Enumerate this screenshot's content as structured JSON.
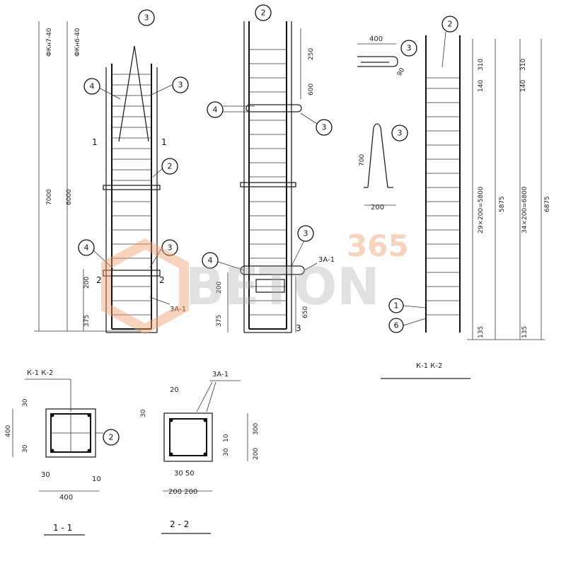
{
  "drawing": {
    "marks": [
      "1",
      "2",
      "3",
      "3А-1",
      "4",
      "6"
    ],
    "labels": {
      "series_1": "ФКн7-40",
      "series_2": "ФКн6-40",
      "cage_labels": "К-1  К-2",
      "mesh_label": "3А-1",
      "section_1": "1 - 1",
      "section_2": "2 - 2",
      "cut_1": "1",
      "cut_2": "2",
      "cut_3": "3"
    },
    "dimensions": {
      "h_7000": "7000",
      "h_6000": "6000",
      "d_200": "200",
      "d_375": "375",
      "d_250": "250",
      "d_600": "600",
      "d_650": "650",
      "d_400": "400",
      "d_90": "90",
      "d_700": "700",
      "d_300": "300",
      "d_310": "310",
      "d_140": "140",
      "d_5875": "5875",
      "d_6875": "6875",
      "d_29x200": "29×200=5800",
      "d_34x200": "34×200=6800",
      "d_135": "135",
      "d_30": "30",
      "d_20": "20",
      "d_10": "10",
      "d_30_50": "30 50",
      "d_200_200": "200  200"
    },
    "watermark": {
      "number": "365",
      "brand": "BETON"
    }
  }
}
